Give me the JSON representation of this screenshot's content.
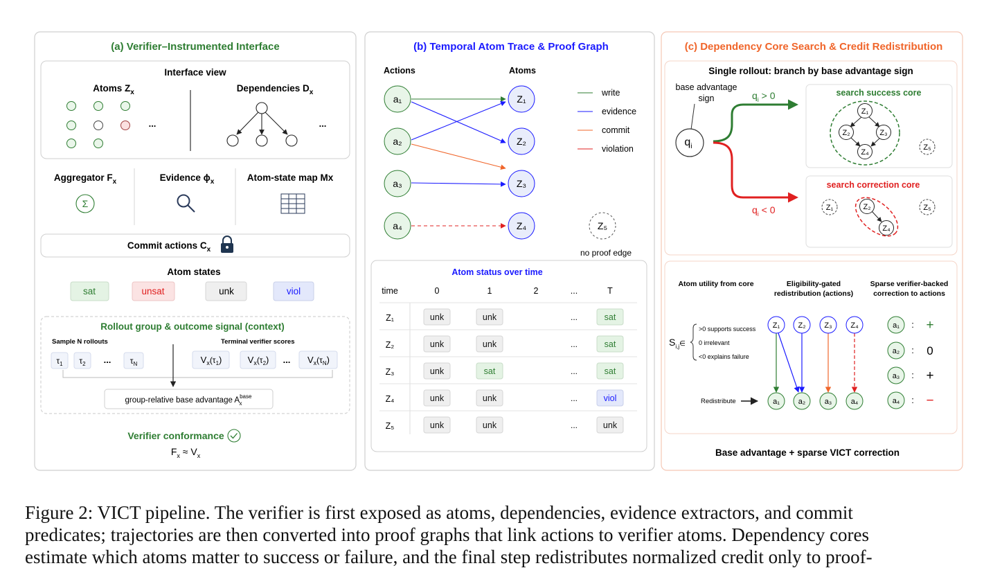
{
  "panel_a": {
    "title": "(a) Verifier–Instrumented Interface",
    "interface_view": "Interface view",
    "atoms_label": "Atoms Z",
    "atoms_sub": "x",
    "deps_label": "Dependencies  D",
    "deps_sub": "x",
    "ellipsis": "...",
    "aggregator": "Aggregator F",
    "aggregator_sub": "x",
    "evidence": "Evidence ϕ",
    "evidence_sub": "x",
    "atom_map": "Atom-state map Mx",
    "sigma": "Σ",
    "commit": "Commit actions  C",
    "commit_sub": "x",
    "atom_states_title": "Atom states",
    "states": [
      "sat",
      "unsat",
      "unk",
      "viol"
    ],
    "rollout_title": "Rollout group & outcome signal (context)",
    "sample": "Sample  N  rollouts",
    "terminal": "Terminal verifier scores",
    "taus": [
      "τ",
      "τ",
      "τ"
    ],
    "tau_subs": [
      "1",
      "2",
      "N"
    ],
    "vx_labels": [
      "V",
      "V",
      "V"
    ],
    "vx_args": [
      "(τ",
      "(τ",
      "(τ"
    ],
    "vx_arg_subs": [
      "1",
      "2",
      "N"
    ],
    "group_adv": "group-relative base advantage  A",
    "group_adv_sup": "base",
    "group_adv_sub": "x",
    "conformance": "Verifier conformance",
    "conform_eq": "F",
    "conform_eq2": " ≈ V",
    "conform_sub": "x"
  },
  "panel_b": {
    "title": "(b) Temporal Atom Trace & Proof Graph",
    "actions_label": "Actions",
    "atoms_label": "Atoms",
    "actions": [
      "a₁",
      "a₂",
      "a₃",
      "a₄"
    ],
    "atoms": [
      "Z₁",
      "Z₂",
      "Z₃",
      "Z₄"
    ],
    "z5": "Z₅",
    "no_proof": "no proof edge",
    "legend": [
      "write",
      "evidence",
      "commit",
      "violation"
    ],
    "table_title": "Atom status over time",
    "time_header": [
      "time",
      "0",
      "1",
      "2",
      "...",
      "T"
    ],
    "rows": [
      {
        "atom": "Z₁",
        "c0": "unk",
        "c1": "unk",
        "cT": "sat"
      },
      {
        "atom": "Z₂",
        "c0": "unk",
        "c1": "unk",
        "cT": "sat"
      },
      {
        "atom": "Z₃",
        "c0": "unk",
        "c1": "sat",
        "cT": "sat"
      },
      {
        "atom": "Z₄",
        "c0": "unk",
        "c1": "unk",
        "cT": "viol"
      },
      {
        "atom": "Z₅",
        "c0": "unk",
        "c1": "unk",
        "cT": "unk"
      }
    ],
    "dots": "..."
  },
  "panel_c": {
    "title": "(c) Dependency Core Search & Credit Redistribution",
    "single_rollout": "Single rollout: branch by base advantage sign",
    "base_adv": [
      "base advantage",
      "sign"
    ],
    "q": "q",
    "q_sub": "i",
    "pos": " > 0",
    "neg": " < 0",
    "success_core": "search success core",
    "correction_core": "search correction core",
    "z_nodes": [
      "Z₁",
      "Z₂",
      "Z₃",
      "Z₄",
      "Z₅"
    ],
    "utility": "Atom utility from core",
    "eligibility": [
      "Eligibility-gated",
      "redistribution (actions)"
    ],
    "sparse": [
      "Sparse verifier-backed",
      "correction to actions"
    ],
    "s_label": "S",
    "s_sub": "i,j",
    "s_in": "∈",
    "s_options": [
      ">0   supports success",
      "0     irrelevant",
      "<0   explains failure"
    ],
    "redistribute": "Redistribute",
    "a_nodes": [
      "a₁",
      "a₂",
      "a₃",
      "a₄"
    ],
    "signs": [
      "+",
      "0",
      "+",
      "−"
    ],
    "colon": ":",
    "bottom": "Base advantage + sparse VICT correction"
  },
  "caption": {
    "line1": "Figure 2: VICT pipeline. The verifier is first exposed as atoms, dependencies, evidence extractors, and commit",
    "line2": "predicates; trajectories are then converted into proof graphs that link actions to verifier atoms. Dependency cores",
    "line3": "estimate which atoms matter to success or failure, and the final step redistributes normalized credit only to proof-"
  },
  "colors": {
    "green": "#2e7d32",
    "blue": "#1a1aff",
    "orange": "#f0652a",
    "red": "#e02020",
    "panel_border": "#cfcfcf"
  }
}
